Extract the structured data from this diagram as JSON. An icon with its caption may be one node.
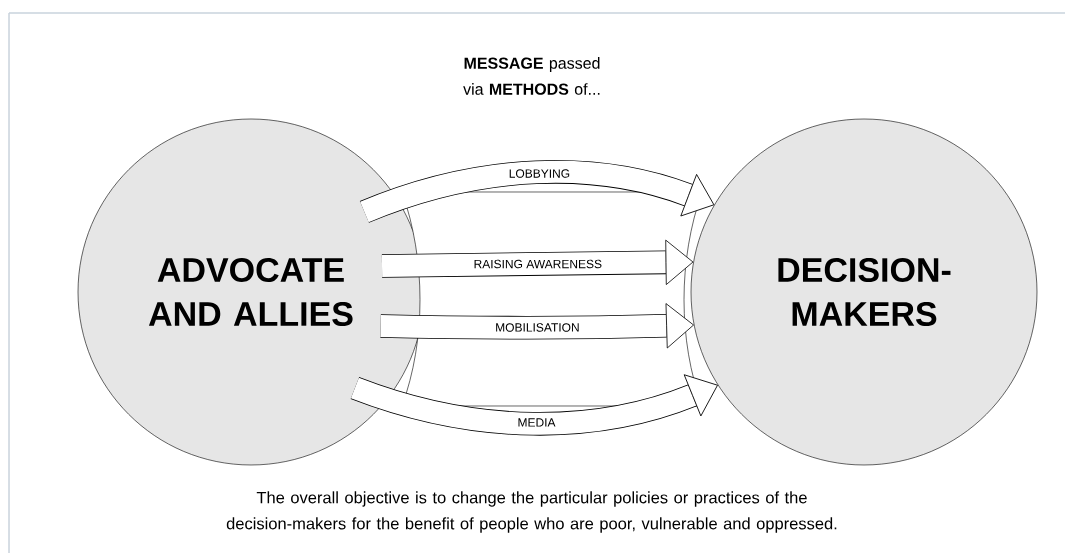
{
  "diagram": {
    "title": "**MESSAGE** passed via **METHODS** of...",
    "caption": "The overall objective is to change the particular policies or practices of the decision-makers for the benefit of people who are poor, vulnerable and oppressed.",
    "nodes": [
      {
        "text": [
          "ADVOCATE AND ALLIES"
        ]
      },
      {
        "text": [
          "DECISION-MAKERS"
        ]
      }
    ],
    "edges": [
      {
        "from": 0,
        "to": 1,
        "arrow": "to",
        "label": "LOBBYING"
      },
      {
        "from": 0,
        "to": 1,
        "arrow": "to",
        "label": "RAISING AWARENESS"
      },
      {
        "from": 0,
        "to": 1,
        "arrow": "to",
        "label": "MOBILISATION"
      },
      {
        "from": 0,
        "to": 1,
        "arrow": "to",
        "label": "MEDIA"
      }
    ]
  }
}
